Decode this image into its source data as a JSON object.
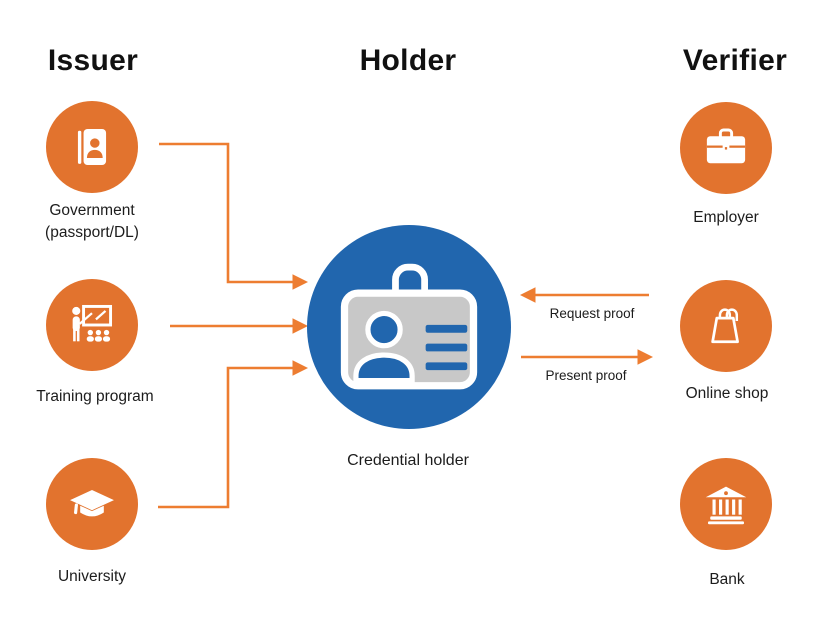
{
  "colors": {
    "issuer_verifier_circle": "#E2732E",
    "holder_circle": "#2166AE",
    "arrow": "#ED7D31",
    "card_gray": "#C8C8C8",
    "text": "#1c1c1c"
  },
  "headers": {
    "issuer": "Issuer",
    "holder": "Holder",
    "verifier": "Verifier"
  },
  "issuer_nodes": [
    {
      "icon": "government-passport-icon",
      "lines": [
        "Government",
        "(passport/DL)"
      ]
    },
    {
      "icon": "training-program-icon",
      "lines": [
        "Training program"
      ]
    },
    {
      "icon": "university-cap-icon",
      "lines": [
        "University"
      ]
    }
  ],
  "holder_node": {
    "icon": "id-card-icon",
    "label": "Credential holder"
  },
  "verifier_nodes": [
    {
      "icon": "briefcase-icon",
      "lines": [
        "Employer"
      ]
    },
    {
      "icon": "shopping-bag-icon",
      "lines": [
        "Online shop"
      ]
    },
    {
      "icon": "bank-icon",
      "lines": [
        "Bank"
      ]
    }
  ],
  "flows": {
    "request_proof": "Request proof",
    "present_proof": "Present proof"
  }
}
